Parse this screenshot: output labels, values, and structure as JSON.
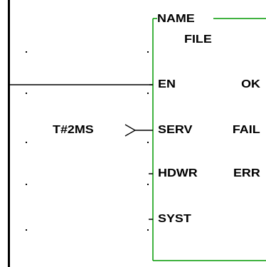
{
  "block": {
    "header_label": "NAME",
    "name": "FILE",
    "inputs": [
      {
        "name": "EN"
      },
      {
        "name": "SERV"
      },
      {
        "name": "HDWR"
      },
      {
        "name": "SYST"
      }
    ],
    "outputs": [
      {
        "name": "OK"
      },
      {
        "name": "FAIL"
      },
      {
        "name": "ERR"
      }
    ],
    "border_color": "#009900"
  },
  "serv_input": {
    "value": "T#2MS"
  },
  "colors": {
    "rail": "#000000",
    "wire": "#000000",
    "dot": "#000000"
  }
}
